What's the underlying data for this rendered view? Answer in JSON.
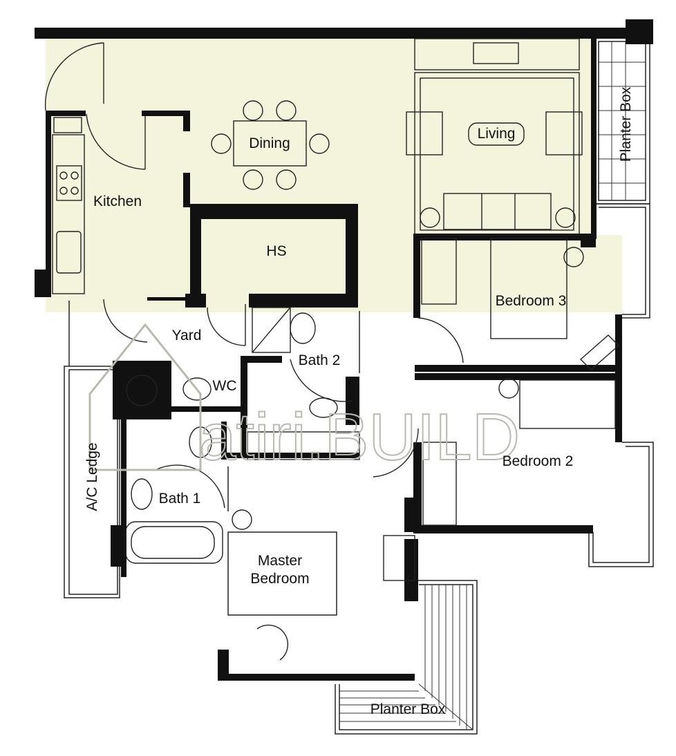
{
  "rooms": {
    "dining": "Dining",
    "living": "Living",
    "kitchen": "Kitchen",
    "hs": "HS",
    "bedroom3": "Bedroom 3",
    "yard": "Yard",
    "bath2": "Bath 2",
    "wc": "WC",
    "bedroom2": "Bedroom 2",
    "ac_ledge": "A/C Ledge",
    "bath1": "Bath 1",
    "master_line1": "Master",
    "master_line2": "Bedroom",
    "planter_box_right": "Planter Box",
    "planter_box_bottom": "Planter Box"
  },
  "watermark": {
    "text": "atiri.BUILD"
  },
  "colors": {
    "floor_fill": "#f4f4dc",
    "wall": "#111111",
    "line": "#222222",
    "watermark": "#b9b9b0"
  }
}
